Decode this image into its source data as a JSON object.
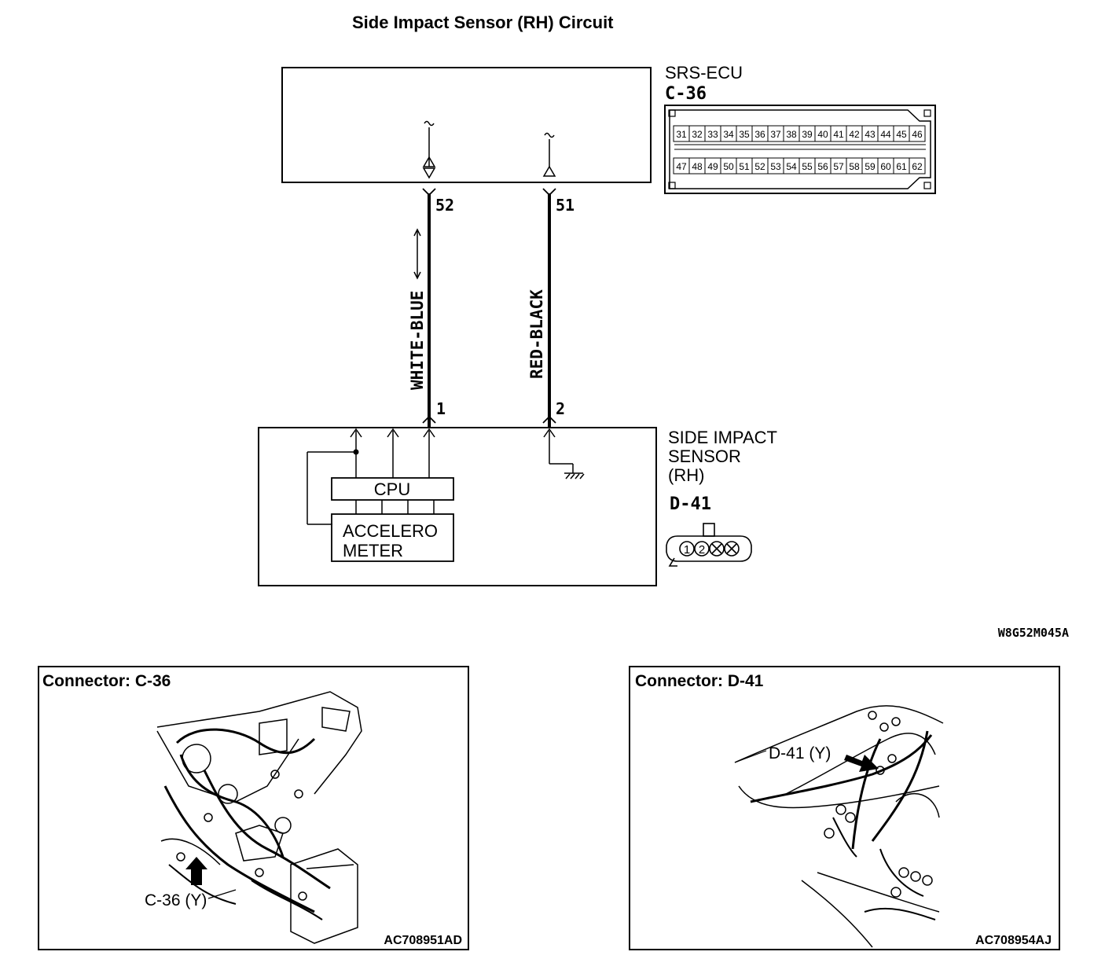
{
  "title": "Side Impact Sensor (RH) Circuit",
  "ecu": {
    "name": "SRS-ECU",
    "connector": "C-36"
  },
  "ecu_pins_top": [
    "31",
    "32",
    "33",
    "34",
    "35",
    "36",
    "37",
    "38",
    "39",
    "40",
    "41",
    "42",
    "43",
    "44",
    "45",
    "46"
  ],
  "ecu_pins_bottom": [
    "47",
    "48",
    "49",
    "50",
    "51",
    "52",
    "53",
    "54",
    "55",
    "56",
    "57",
    "58",
    "59",
    "60",
    "61",
    "62"
  ],
  "wires": [
    {
      "ecu_pin": "52",
      "color": "WHITE-BLUE",
      "sensor_pin": "1"
    },
    {
      "ecu_pin": "51",
      "color": "RED-BLACK",
      "sensor_pin": "2"
    }
  ],
  "sensor": {
    "name_line1": "SIDE IMPACT",
    "name_line2": "SENSOR",
    "name_line3": "(RH)",
    "connector": "D-41",
    "pins": [
      "1",
      "2"
    ]
  },
  "internals": {
    "cpu": "CPU",
    "accel_line1": "ACCELERO",
    "accel_line2": "METER"
  },
  "diagram_code": "W8G52M045A",
  "panels": [
    {
      "title": "Connector: C-36",
      "callout": "C-36 (Y)",
      "code": "AC708951AD"
    },
    {
      "title": "Connector: D-41",
      "callout": "D-41 (Y)",
      "code": "AC708954AJ"
    }
  ]
}
